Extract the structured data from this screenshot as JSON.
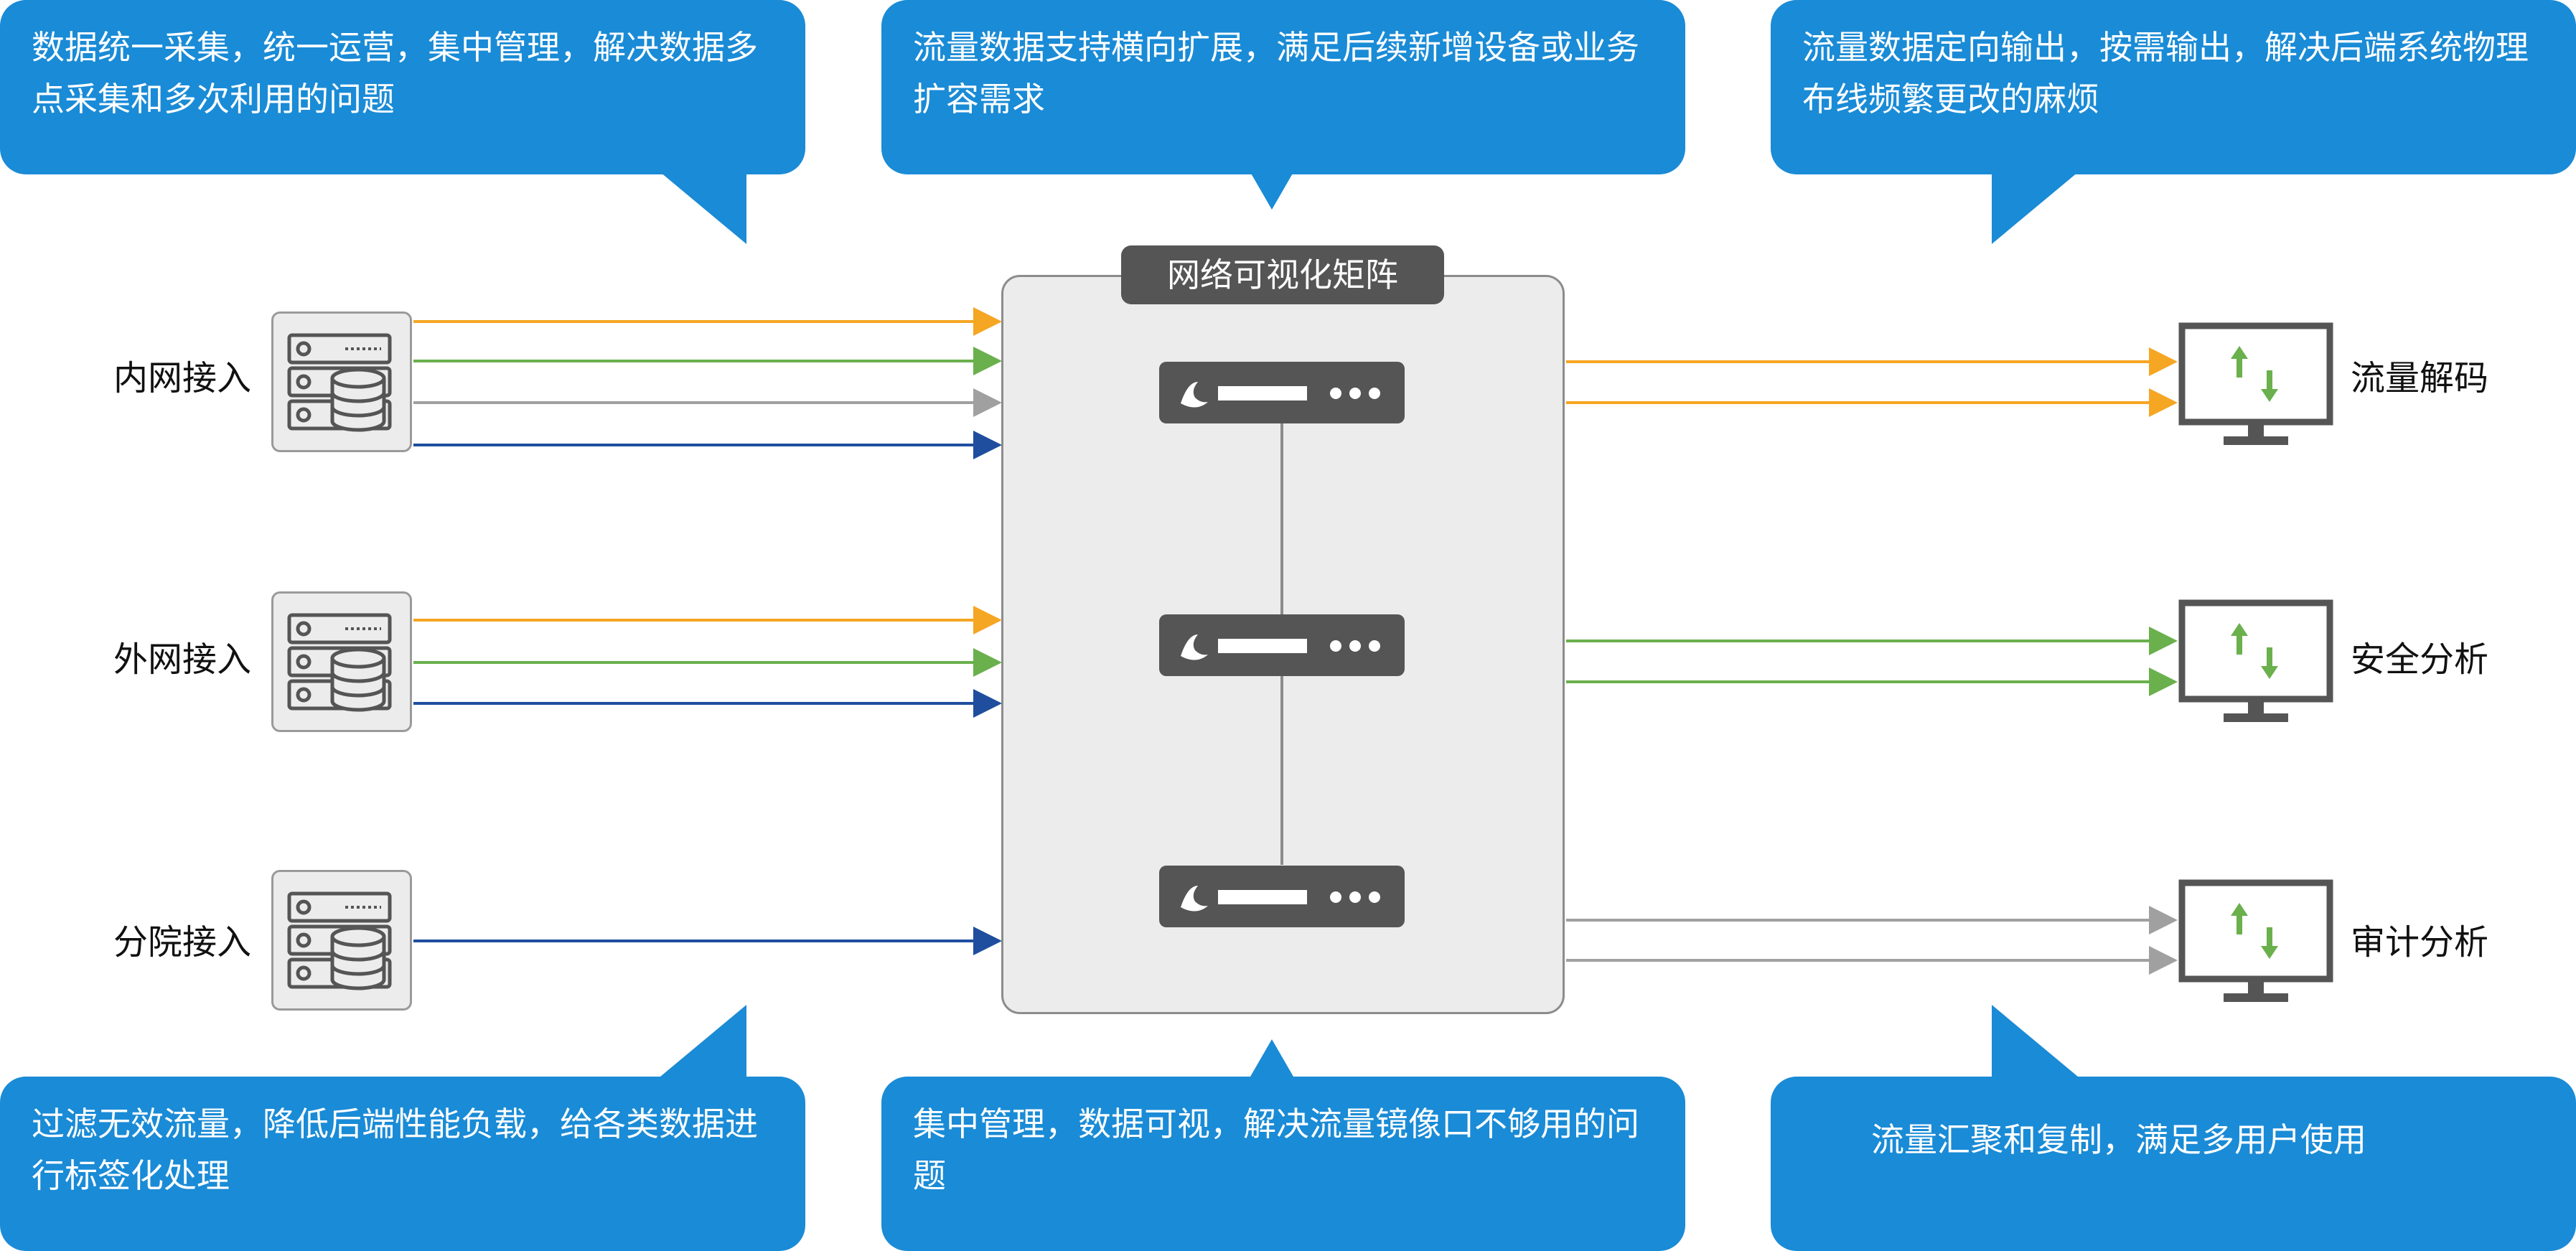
{
  "bubbles": {
    "top_left": "数据统一采集，统一运营，集中管理，解决数据多点采集和多次利用的问题",
    "top_center": "流量数据支持横向扩展，满足后续新增设备或业务扩容需求",
    "top_right": "流量数据定向输出，按需输出，解决后端系统物理布线频繁更改的麻烦",
    "bottom_left": "过滤无效流量，降低后端性能负载，给各类数据进行标签化处理",
    "bottom_center": "集中管理，数据可视，解决流量镜像口不够用的问题",
    "bottom_right": "流量汇聚和复制，满足多用户使用"
  },
  "matrix": {
    "title": "网络可视化矩阵"
  },
  "sources": [
    {
      "label": "内网接入"
    },
    {
      "label": "外网接入"
    },
    {
      "label": "分院接入"
    }
  ],
  "outputs": [
    {
      "label": "流量解码"
    },
    {
      "label": "安全分析"
    },
    {
      "label": "审计分析"
    }
  ],
  "colors": {
    "bubble": "#1a8bd6",
    "orange": "#f5a623",
    "green": "#6ab04c",
    "gray": "#a0a0a0",
    "blue": "#1f4e9e",
    "device": "#555555"
  },
  "icons": {
    "source": "server-database-icon",
    "device": "network-switch-icon",
    "output": "monitor-transfer-icon"
  }
}
